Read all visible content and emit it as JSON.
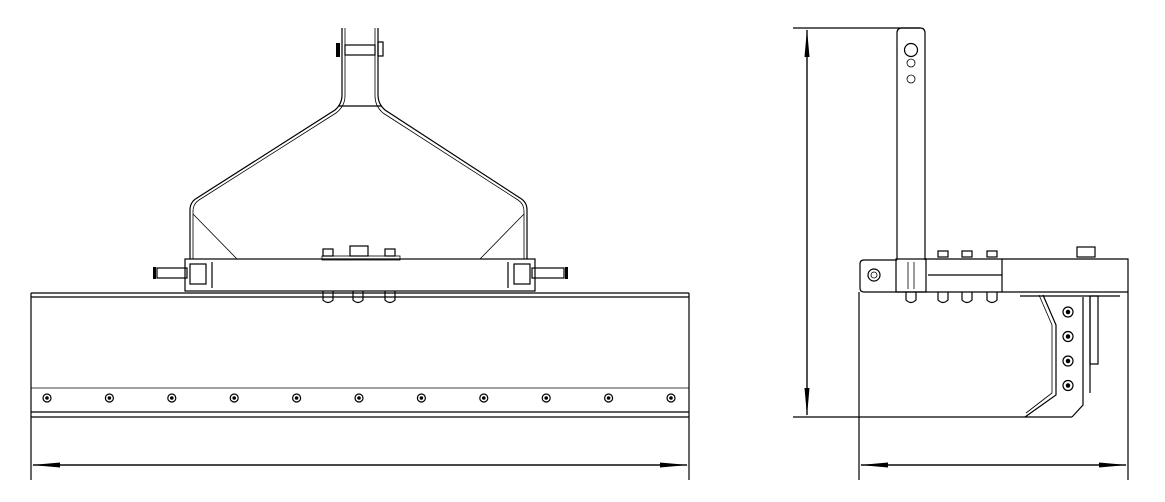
{
  "drawing": {
    "views": [
      "front-view",
      "side-view"
    ],
    "line_color": "#000000",
    "background_color": "#ffffff",
    "blade_bolt_count": 11,
    "moldboard_bolt_count": 4
  }
}
